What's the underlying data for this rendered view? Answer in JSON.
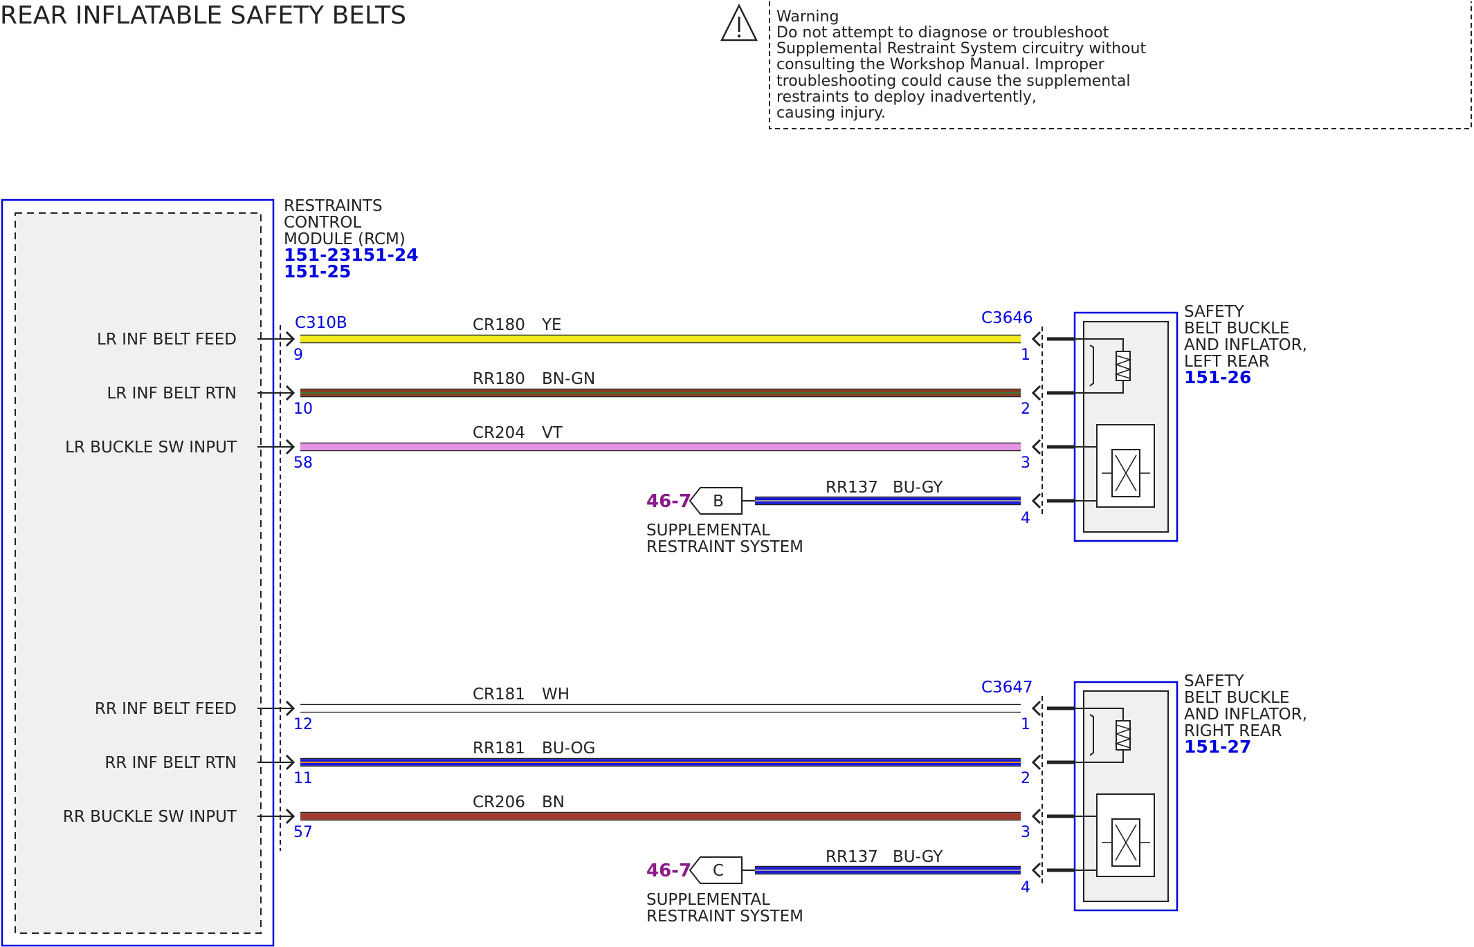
{
  "title": "REAR INFLATABLE SAFETY BELTS",
  "warning": {
    "icon": "warning-triangle-icon",
    "lines": [
      "Warning",
      "Do not attempt to diagnose or troubleshoot",
      "Supplemental Restraint System circuitry without",
      "consulting the Workshop Manual. Improper",
      "troubleshooting could cause the supplemental",
      "restraints to deploy inadvertently,",
      "causing injury."
    ]
  },
  "rcm": {
    "name_lines": [
      "RESTRAINTS",
      "CONTROL",
      "MODULE (RCM)"
    ],
    "refs": [
      "151-23151-24",
      "151-25"
    ],
    "connector": "C310B"
  },
  "groups": [
    {
      "connector": "C3646",
      "component": {
        "name_lines": [
          "SAFETY",
          "BELT BUCKLE",
          "AND INFLATOR,",
          "LEFT REAR"
        ],
        "ref": "151-26"
      },
      "circuits": [
        {
          "signal": "LR INF BELT FEED",
          "rcm_pin": "9",
          "circuit": "CR180",
          "color_code": "YE",
          "color": "#f2ea1c",
          "stripe": "",
          "comp_pin": "1"
        },
        {
          "signal": "LR INF BELT RTN",
          "rcm_pin": "10",
          "circuit": "RR180",
          "color_code": "BN-GN",
          "color": "#8b3a22",
          "stripe": "#3a7a3a",
          "comp_pin": "2"
        },
        {
          "signal": "LR BUCKLE SW INPUT",
          "rcm_pin": "58",
          "circuit": "CR204",
          "color_code": "VT",
          "color": "#e693e6",
          "stripe": "",
          "comp_pin": "3"
        }
      ],
      "ground": {
        "page": "46-7",
        "letter": "B",
        "circuit": "RR137",
        "color_code": "BU-GY",
        "color": "#1a1ad6",
        "stripe": "#9a9a9a",
        "comp_pin": "4",
        "desc_lines": [
          "SUPPLEMENTAL",
          "RESTRAINT SYSTEM"
        ]
      }
    },
    {
      "connector": "C3647",
      "component": {
        "name_lines": [
          "SAFETY",
          "BELT BUCKLE",
          "AND INFLATOR,",
          "RIGHT REAR"
        ],
        "ref": "151-27"
      },
      "circuits": [
        {
          "signal": "RR INF BELT FEED",
          "rcm_pin": "12",
          "circuit": "CR181",
          "color_code": "WH",
          "color": "#ffffff",
          "stripe": "",
          "comp_pin": "1"
        },
        {
          "signal": "RR INF BELT RTN",
          "rcm_pin": "11",
          "circuit": "RR181",
          "color_code": "BU-OG",
          "color": "#1a1ad6",
          "stripe": "#e88a1a",
          "comp_pin": "2"
        },
        {
          "signal": "RR BUCKLE SW INPUT",
          "rcm_pin": "57",
          "circuit": "CR206",
          "color_code": "BN",
          "color": "#a33a30",
          "stripe": "",
          "comp_pin": "3"
        }
      ],
      "ground": {
        "page": "46-7",
        "letter": "C",
        "circuit": "RR137",
        "color_code": "BU-GY",
        "color": "#1a1ad6",
        "stripe": "#9a9a9a",
        "comp_pin": "4",
        "desc_lines": [
          "SUPPLEMENTAL",
          "RESTRAINT SYSTEM"
        ]
      }
    }
  ]
}
